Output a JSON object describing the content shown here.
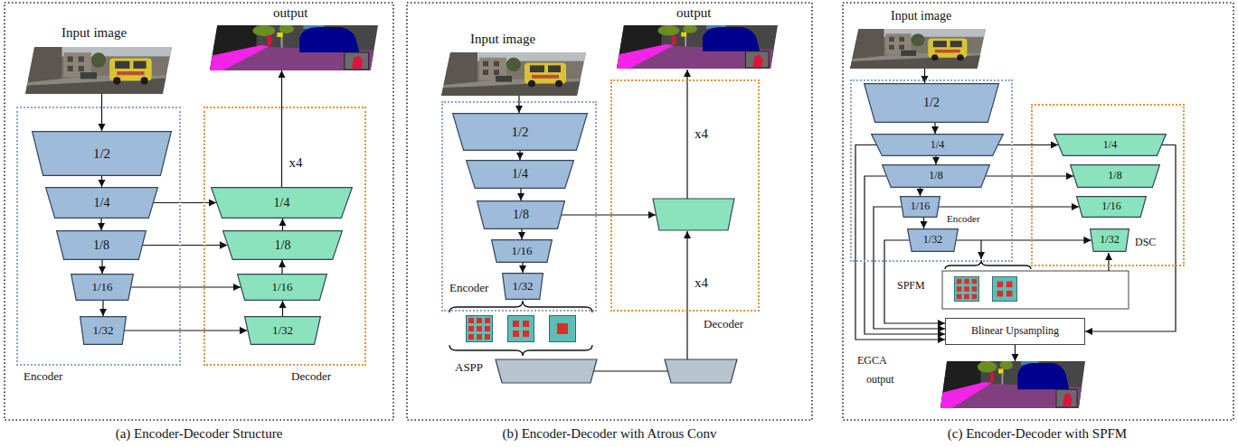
{
  "diagram": {
    "nodes": [
      {
        "text": [
          "Input image"
        ]
      },
      {
        "text": [
          "output"
        ]
      },
      {
        "text": [
          "Encoder"
        ]
      },
      {
        "text": [
          "1/2"
        ],
        "in": 2
      },
      {
        "text": [
          "1/4"
        ],
        "in": 2
      },
      {
        "text": [
          "1/8"
        ],
        "in": 2
      },
      {
        "text": [
          "1/16"
        ],
        "in": 2
      },
      {
        "text": [
          "1/32"
        ],
        "in": 2
      },
      {
        "text": [
          "Decoder"
        ]
      },
      {
        "text": [
          "1/4"
        ],
        "in": 8
      },
      {
        "text": [
          "1/8"
        ],
        "in": 8
      },
      {
        "text": [
          "1/16"
        ],
        "in": 8
      },
      {
        "text": [
          "1/32"
        ],
        "in": 8
      },
      {
        "text": [
          "Input image"
        ]
      },
      {
        "text": [
          "output"
        ]
      },
      {
        "text": [
          "Encoder"
        ]
      },
      {
        "text": [
          "1/2"
        ],
        "in": 15
      },
      {
        "text": [
          "1/4"
        ],
        "in": 15
      },
      {
        "text": [
          "1/8"
        ],
        "in": 15
      },
      {
        "text": [
          "1/16"
        ],
        "in": 15
      },
      {
        "text": [
          "1/32"
        ],
        "in": 15
      },
      {
        "text": [
          "Decoder"
        ]
      },
      {
        "text": [
          "Input image"
        ]
      },
      {
        "text": [
          "Encoder"
        ]
      },
      {
        "text": [
          "1/2"
        ],
        "in": 23
      },
      {
        "text": [
          "1/4"
        ],
        "in": 23
      },
      {
        "text": [
          "1/8"
        ],
        "in": 23
      },
      {
        "text": [
          "1/16"
        ],
        "in": 23
      },
      {
        "text": [
          "1/32"
        ],
        "in": 23
      },
      {
        "text": [
          "DSC"
        ]
      },
      {
        "text": [
          "1/4"
        ],
        "in": 29
      },
      {
        "text": [
          "1/8"
        ],
        "in": 29
      },
      {
        "text": [
          "1/16"
        ],
        "in": 29
      },
      {
        "text": [
          "1/32"
        ],
        "in": 29
      },
      {
        "text": [
          "Blinear Upsampling"
        ]
      },
      {
        "text": [
          "output"
        ]
      }
    ],
    "edges": [
      {
        "from": 0,
        "to": 3,
        "arrow": "to"
      },
      {
        "from": 3,
        "to": 4,
        "arrow": "to"
      },
      {
        "from": 4,
        "to": 5,
        "arrow": "to"
      },
      {
        "from": 5,
        "to": 6,
        "arrow": "to"
      },
      {
        "from": 6,
        "to": 7,
        "arrow": "to"
      },
      {
        "from": 4,
        "to": 9,
        "arrow": "to"
      },
      {
        "from": 5,
        "to": 10,
        "arrow": "to"
      },
      {
        "from": 6,
        "to": 11,
        "arrow": "to"
      },
      {
        "from": 7,
        "to": 12,
        "arrow": "to"
      },
      {
        "from": 12,
        "to": 11,
        "arrow": "to"
      },
      {
        "from": 11,
        "to": 10,
        "arrow": "to"
      },
      {
        "from": 10,
        "to": 9,
        "arrow": "to"
      },
      {
        "from": 9,
        "to": 1,
        "label": "x4",
        "arrow": "to"
      },
      {
        "from": 13,
        "to": 16,
        "arrow": "to"
      },
      {
        "from": 16,
        "to": 17,
        "arrow": "to"
      },
      {
        "from": 17,
        "to": 18,
        "arrow": "to"
      },
      {
        "from": 18,
        "to": 19,
        "arrow": "to"
      },
      {
        "from": 19,
        "to": 20,
        "arrow": "to"
      },
      {
        "from": 22,
        "to": 24,
        "arrow": "to"
      },
      {
        "from": 24,
        "to": 25,
        "arrow": "to"
      },
      {
        "from": 25,
        "to": 26,
        "arrow": "to"
      },
      {
        "from": 26,
        "to": 27,
        "arrow": "to"
      },
      {
        "from": 27,
        "to": 28,
        "arrow": "to"
      },
      {
        "from": 25,
        "to": 30,
        "arrow": "to"
      },
      {
        "from": 26,
        "to": 31,
        "arrow": "to"
      },
      {
        "from": 27,
        "to": 32,
        "arrow": "to"
      },
      {
        "from": 28,
        "to": 33,
        "arrow": "to"
      },
      {
        "from": 25,
        "to": 34,
        "arrow": "to"
      },
      {
        "from": 26,
        "to": 34,
        "arrow": "to"
      },
      {
        "from": 27,
        "to": 34,
        "arrow": "to"
      },
      {
        "from": 28,
        "to": 34,
        "arrow": "to"
      },
      {
        "from": 30,
        "to": 34,
        "arrow": "to"
      },
      {
        "from": 34,
        "to": 35,
        "arrow": "to"
      }
    ],
    "labels": [
      "x4",
      "x4",
      "ASPP",
      "SPFM",
      "EGCA",
      "(a) Encoder-Decoder Structure",
      "(b) Encoder-Decoder with Atrous Conv",
      "(c) Encoder-Decoder with SPFM"
    ]
  }
}
